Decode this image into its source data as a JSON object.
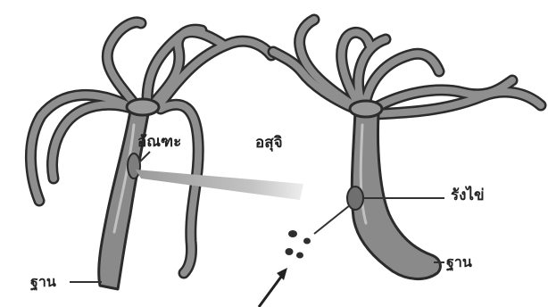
{
  "labels": {
    "testis": "อัณฑะ",
    "sperm": "อสุจิ",
    "ovary": "รังไข่",
    "base_left": "ฐาน",
    "base_right": "ฐาน"
  },
  "colors": {
    "body_fill": "#8a8a8a",
    "body_outline": "#2b2b2b",
    "highlight": "#d9d9d9",
    "text": "#222222"
  }
}
